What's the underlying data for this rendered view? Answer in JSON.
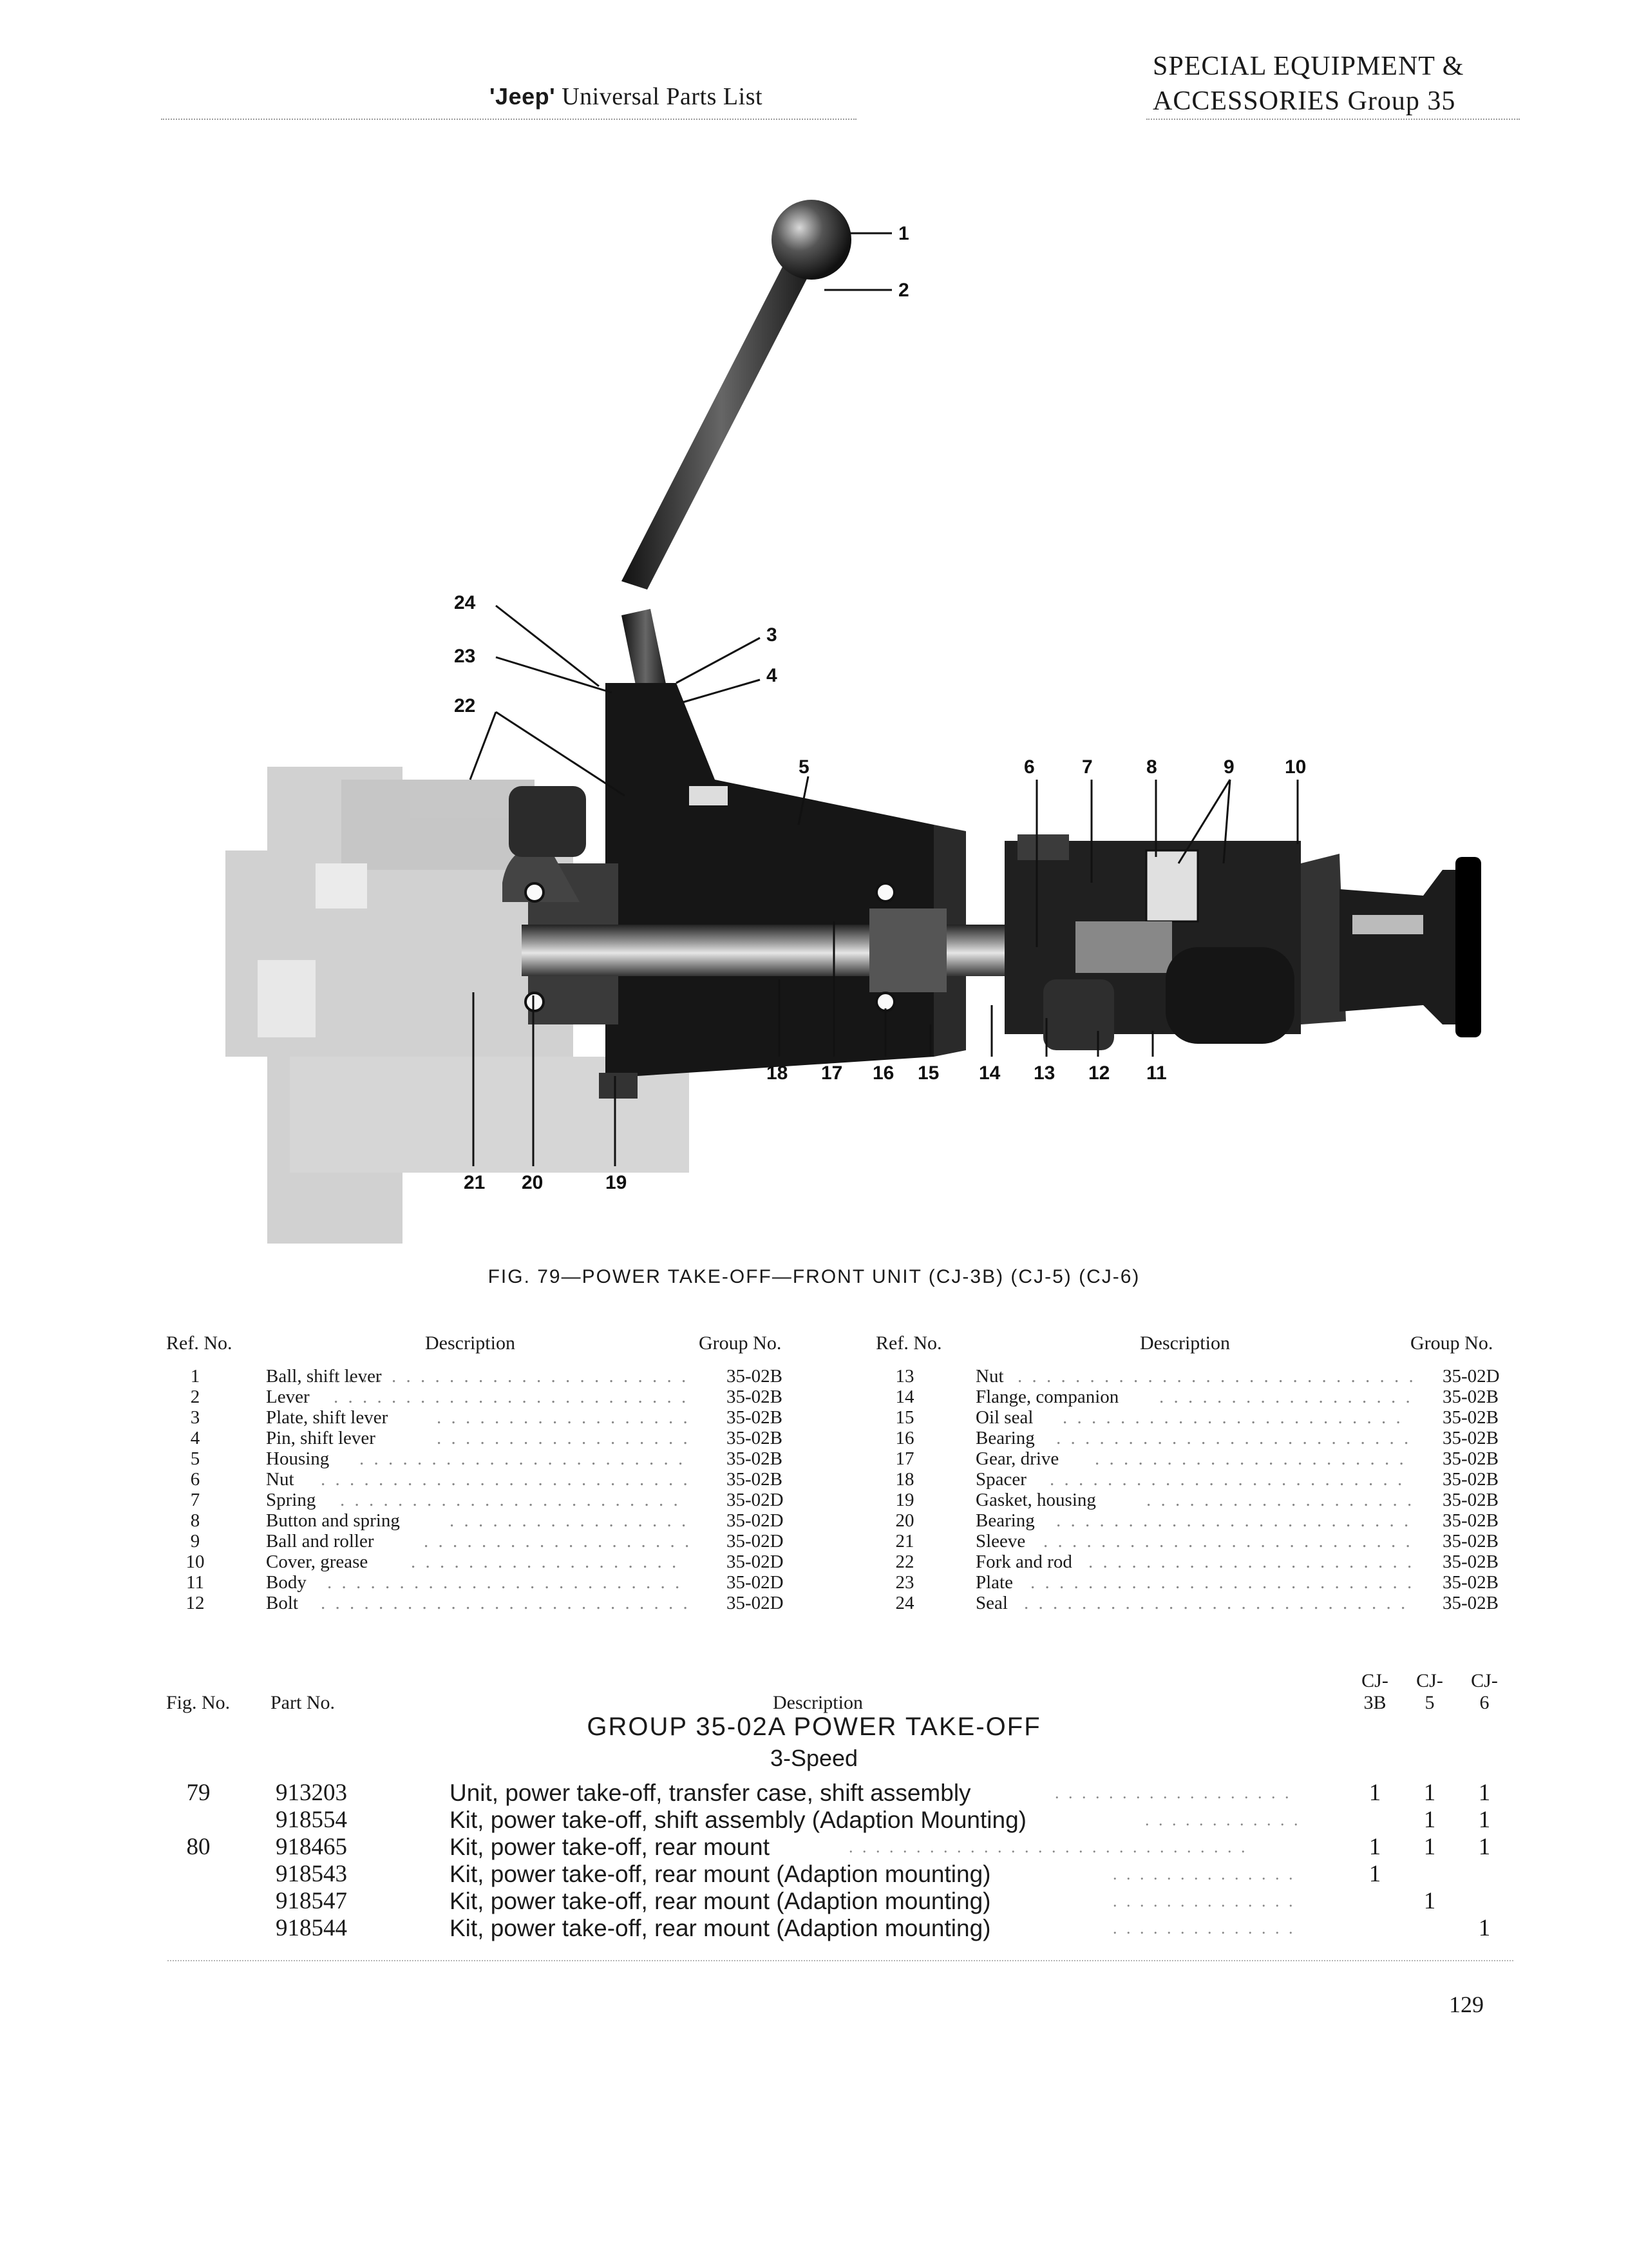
{
  "header": {
    "left_title_brand": "'Jeep'",
    "left_title_rest": " Universal Parts List",
    "right_line1": "SPECIAL EQUIPMENT &",
    "right_line2": "ACCESSORIES Group 35"
  },
  "figure": {
    "callouts": [
      "1",
      "2",
      "3",
      "4",
      "5",
      "6",
      "7",
      "8",
      "9",
      "10",
      "11",
      "12",
      "13",
      "14",
      "15",
      "16",
      "17",
      "18",
      "19",
      "20",
      "21",
      "22",
      "23",
      "24"
    ],
    "caption_prefix": "FIG. 79—",
    "caption_main": "POWER TAKE-OFF—FRONT UNIT",
    "caption_models": " (CJ-3B) (CJ-5) (CJ-6)"
  },
  "reference_table": {
    "headers": {
      "ref": "Ref. No.",
      "desc": "Description",
      "group": "Group No."
    },
    "left": [
      {
        "ref": "1",
        "desc": "Ball, shift lever",
        "group": "35-02B"
      },
      {
        "ref": "2",
        "desc": "Lever",
        "group": "35-02B"
      },
      {
        "ref": "3",
        "desc": "Plate, shift lever",
        "group": "35-02B"
      },
      {
        "ref": "4",
        "desc": "Pin, shift lever",
        "group": "35-02B"
      },
      {
        "ref": "5",
        "desc": "Housing",
        "group": "35-02B"
      },
      {
        "ref": "6",
        "desc": "Nut",
        "group": "35-02B"
      },
      {
        "ref": "7",
        "desc": "Spring",
        "group": "35-02D"
      },
      {
        "ref": "8",
        "desc": "Button and spring",
        "group": "35-02D"
      },
      {
        "ref": "9",
        "desc": "Ball and roller",
        "group": "35-02D"
      },
      {
        "ref": "10",
        "desc": "Cover, grease",
        "group": "35-02D"
      },
      {
        "ref": "11",
        "desc": "Body",
        "group": "35-02D"
      },
      {
        "ref": "12",
        "desc": "Bolt",
        "group": "35-02D"
      }
    ],
    "right": [
      {
        "ref": "13",
        "desc": "Nut",
        "group": "35-02D"
      },
      {
        "ref": "14",
        "desc": "Flange, companion",
        "group": "35-02B"
      },
      {
        "ref": "15",
        "desc": "Oil seal",
        "group": "35-02B"
      },
      {
        "ref": "16",
        "desc": "Bearing",
        "group": "35-02B"
      },
      {
        "ref": "17",
        "desc": "Gear, drive",
        "group": "35-02B"
      },
      {
        "ref": "18",
        "desc": "Spacer",
        "group": "35-02B"
      },
      {
        "ref": "19",
        "desc": "Gasket, housing",
        "group": "35-02B"
      },
      {
        "ref": "20",
        "desc": "Bearing",
        "group": "35-02B"
      },
      {
        "ref": "21",
        "desc": "Sleeve",
        "group": "35-02B"
      },
      {
        "ref": "22",
        "desc": "Fork and rod",
        "group": "35-02B"
      },
      {
        "ref": "23",
        "desc": "Plate",
        "group": "35-02B"
      },
      {
        "ref": "24",
        "desc": "Seal",
        "group": "35-02B"
      }
    ]
  },
  "parts_list": {
    "headers": {
      "fig": "Fig. No.",
      "part": "Part No.",
      "desc": "Description",
      "cj3b_top": "CJ-",
      "cj3b_bot": "3B",
      "cj5_top": "CJ-",
      "cj5_bot": "5",
      "cj6_top": "CJ-",
      "cj6_bot": "6"
    },
    "group_title": "GROUP 35-02A POWER TAKE-OFF",
    "group_subtitle": "3-Speed",
    "rows": [
      {
        "fig": "79",
        "part": "913203",
        "desc": "Unit, power take-off, transfer case, shift assembly",
        "cj3b": "1",
        "cj5": "1",
        "cj6": "1"
      },
      {
        "fig": "",
        "part": "918554",
        "desc": "Kit, power take-off, shift assembly (Adaption Mounting)",
        "cj3b": "",
        "cj5": "1",
        "cj6": "1"
      },
      {
        "fig": "80",
        "part": "918465",
        "desc": "Kit, power take-off, rear mount",
        "cj3b": "1",
        "cj5": "1",
        "cj6": "1"
      },
      {
        "fig": "",
        "part": "918543",
        "desc": "Kit, power take-off, rear mount (Adaption mounting)",
        "cj3b": "1",
        "cj5": "",
        "cj6": ""
      },
      {
        "fig": "",
        "part": "918547",
        "desc": "Kit, power take-off, rear mount (Adaption mounting)",
        "cj3b": "",
        "cj5": "1",
        "cj6": ""
      },
      {
        "fig": "",
        "part": "918544",
        "desc": "Kit, power take-off, rear mount (Adaption mounting)",
        "cj3b": "",
        "cj5": "",
        "cj6": "1"
      }
    ]
  },
  "page_number": "129"
}
